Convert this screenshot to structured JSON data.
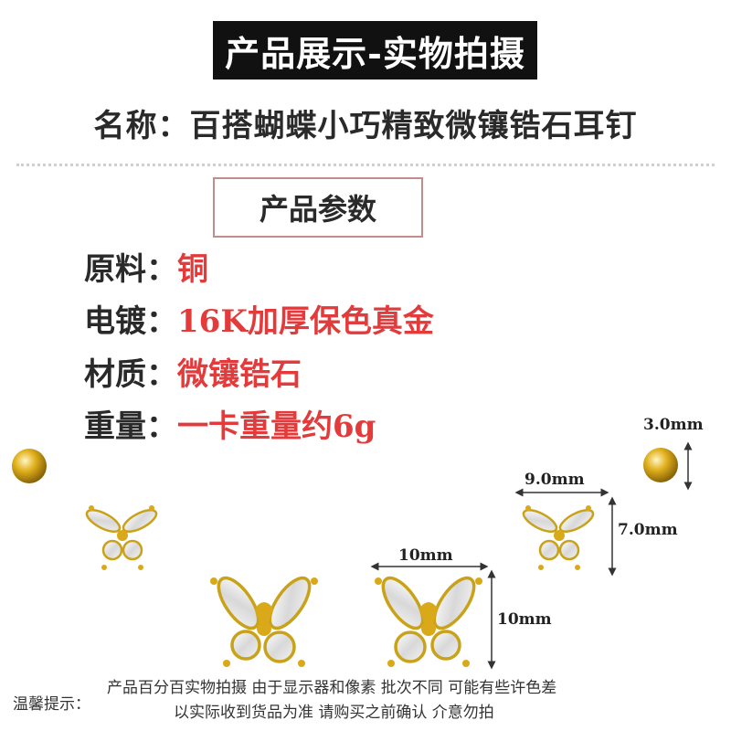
{
  "banner": {
    "title": "产品展示-实物拍摄"
  },
  "product": {
    "name": "名称：百搭蝴蝶小巧精致微镶锆石耳钉"
  },
  "params": {
    "heading": "产品参数",
    "rows": [
      {
        "label": "原料",
        "colon": "：",
        "value": "铜"
      },
      {
        "label": "电镀",
        "colon": "：",
        "value": "16K加厚保色真金"
      },
      {
        "label": "材质",
        "colon": "：",
        "value": "微镶锆石"
      },
      {
        "label": "重量",
        "colon": "：",
        "value": "一卡重量约6g"
      }
    ]
  },
  "dimensions": {
    "ball_diameter": "3.0mm",
    "small_width": "9.0mm",
    "small_height": "7.0mm",
    "large_width": "10mm",
    "large_height": "10mm"
  },
  "notice": {
    "label": "温馨提示：",
    "line1": "产品百分百实物拍摄 由于显示器和像素 批次不同 可能有些许色差",
    "line2": "以实际收到货品为准 请购买之前确认 介意勿拍"
  },
  "colors": {
    "banner_bg": "#111111",
    "accent_red": "#e33b3b",
    "box_border": "#c08c8c",
    "gold": "#d4a017"
  },
  "icons": {
    "ball_stud": "gold-ball-stud-icon",
    "small_butterfly": "small-butterfly-earring-icon",
    "large_butterfly": "large-butterfly-earring-icon"
  }
}
